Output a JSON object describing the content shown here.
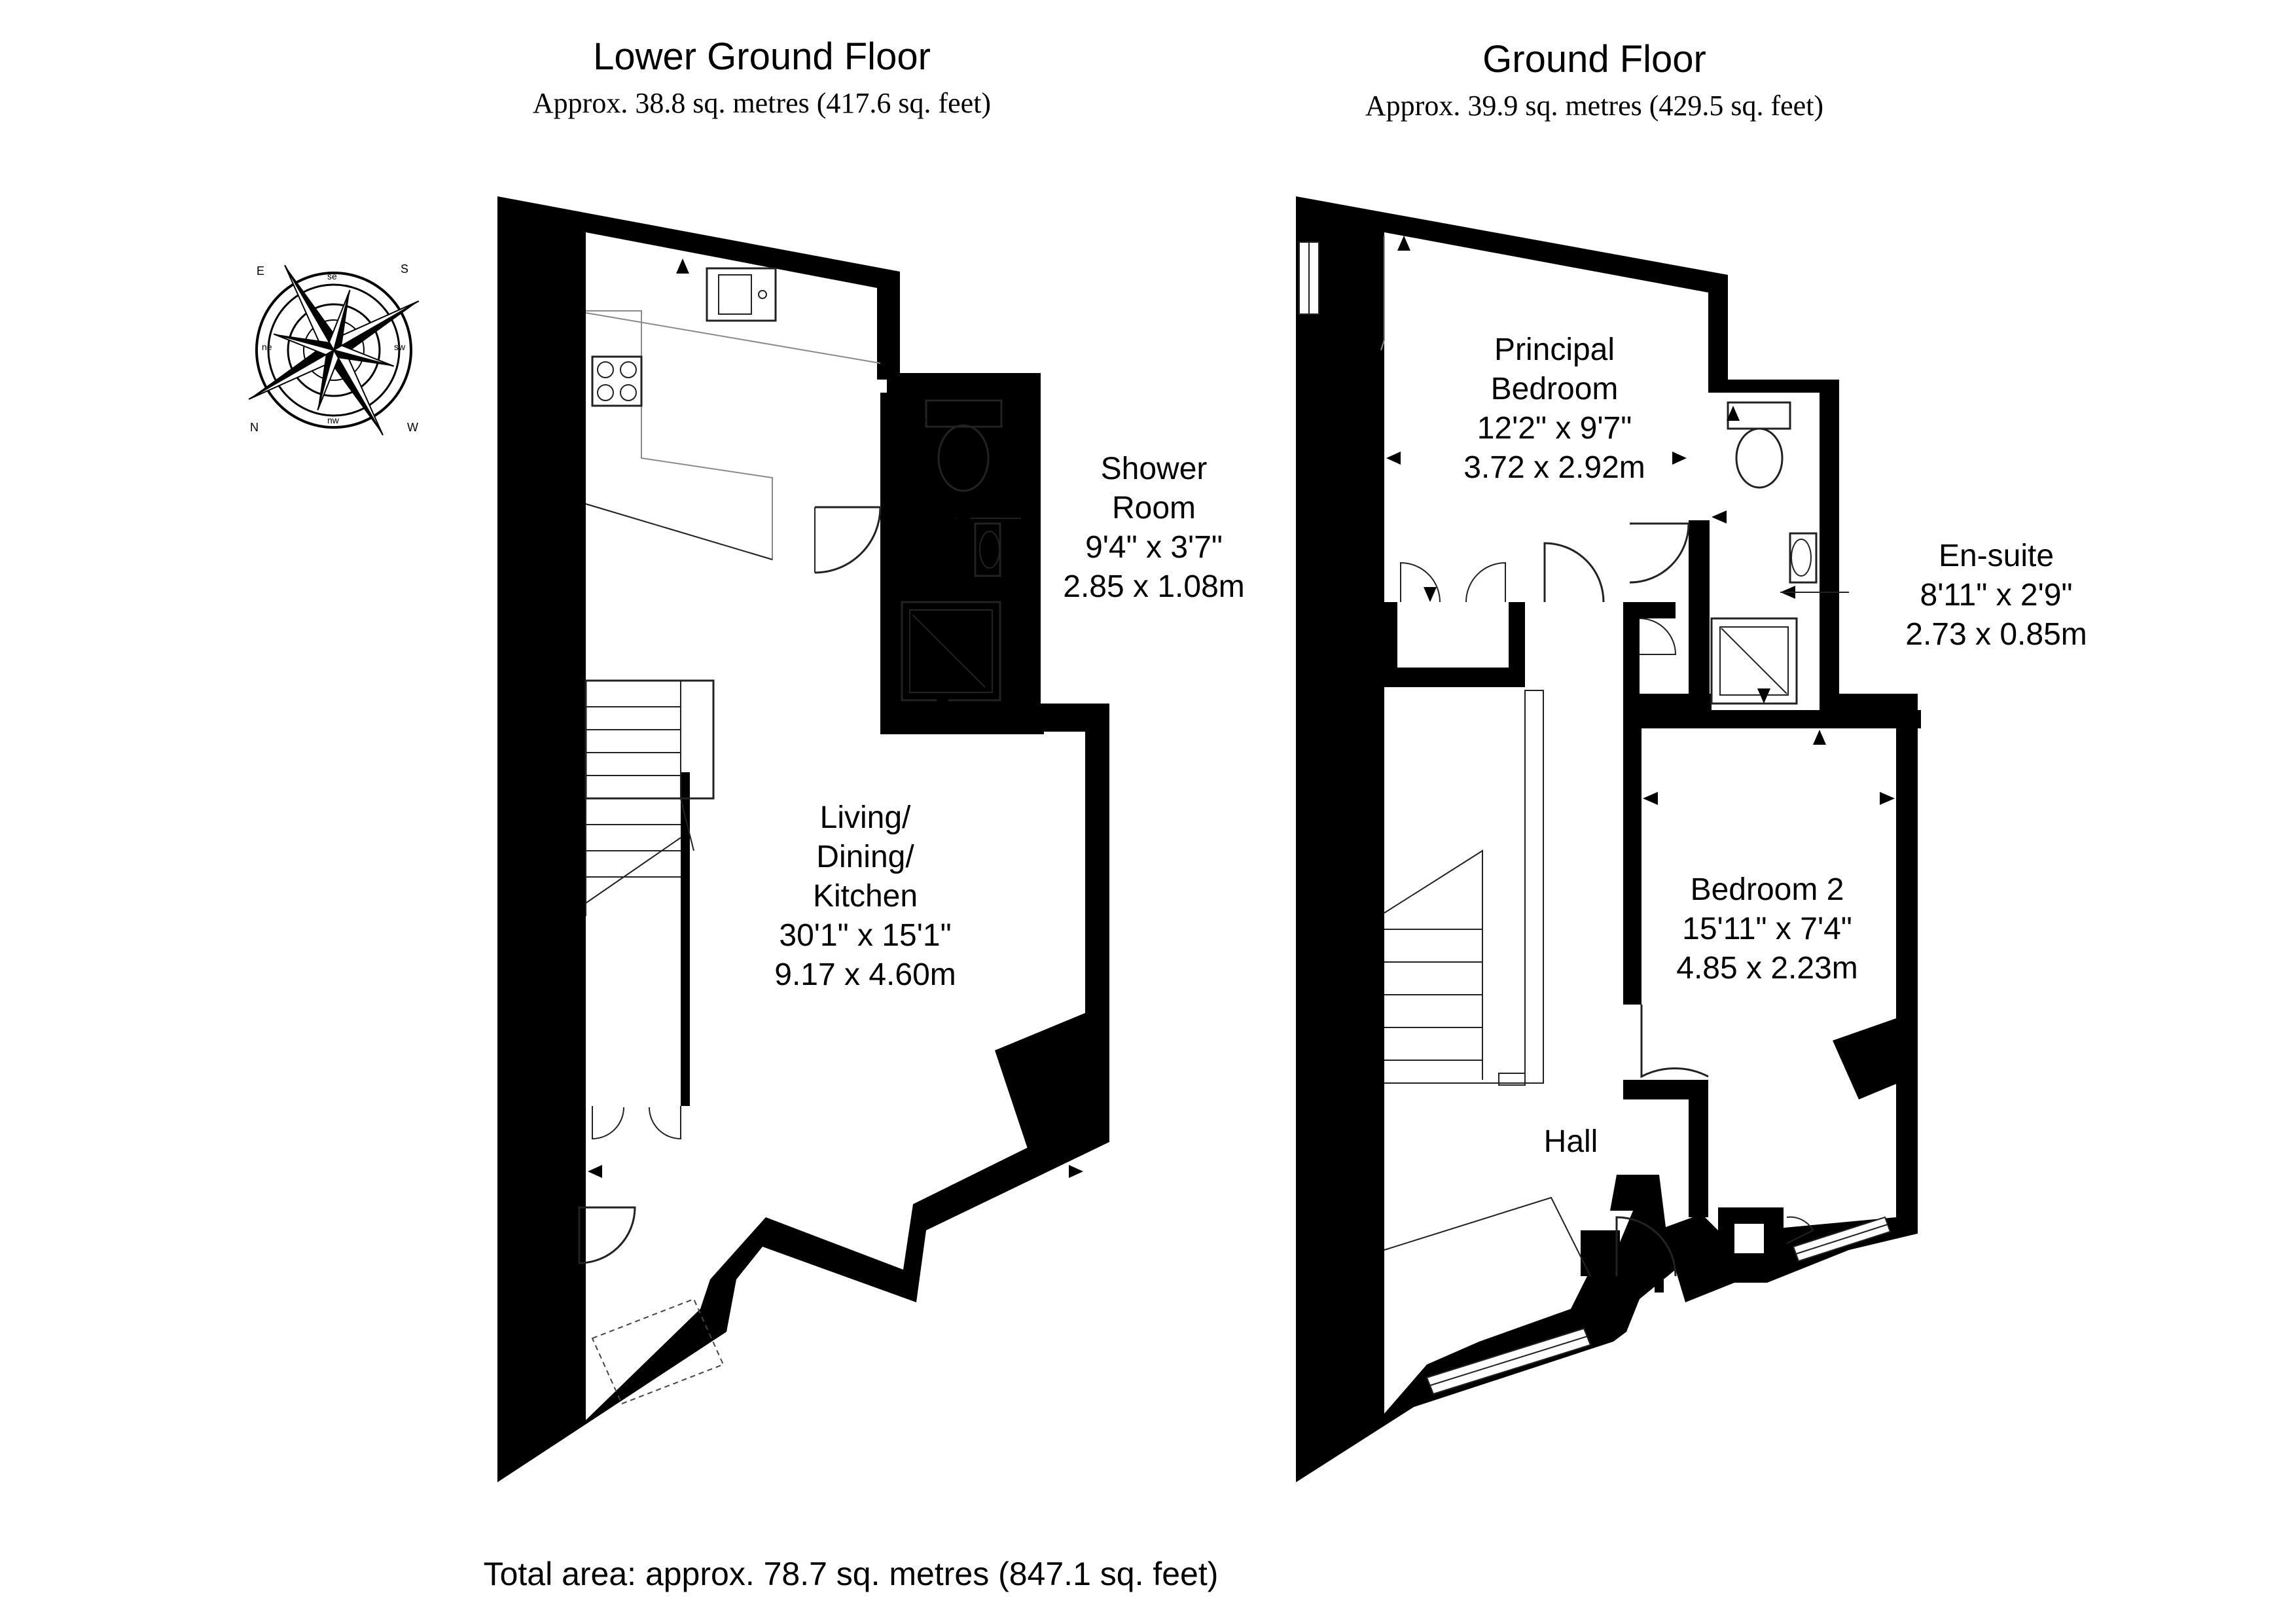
{
  "floors": [
    {
      "name": "Lower Ground Floor",
      "area": "Approx. 38.8 sq. metres (417.6 sq. feet)",
      "rooms": [
        {
          "lines": [
            "Living/",
            "Dining/",
            "Kitchen",
            "30'1\" x 15'1\"",
            "9.17 x 4.60m"
          ]
        },
        {
          "lines": [
            "Shower",
            "Room",
            "9'4\" x 3'7\"",
            "2.85 x 1.08m"
          ]
        }
      ]
    },
    {
      "name": "Ground Floor",
      "area": "Approx. 39.9 sq. metres (429.5 sq. feet)",
      "rooms": [
        {
          "lines": [
            "Principal",
            "Bedroom",
            "12'2\" x 9'7\"",
            "3.72 x 2.92m"
          ]
        },
        {
          "lines": [
            "En-suite",
            "8'11\" x 2'9\"",
            "2.73 x 0.85m"
          ]
        },
        {
          "lines": [
            "Bedroom 2",
            "15'11\" x 7'4\"",
            "4.85 x 2.23m"
          ]
        },
        {
          "lines": [
            "Hall"
          ]
        }
      ]
    }
  ],
  "total_area": "Total area: approx. 78.7 sq. metres (847.1 sq. feet)",
  "compass": {
    "icon": "compass-rose-icon",
    "points": [
      "E",
      "se",
      "S",
      "ne",
      "sw",
      "N",
      "nw",
      "W"
    ]
  },
  "colors": {
    "walls": "#000000",
    "background": "#ffffff",
    "fixtures": "#222222"
  }
}
